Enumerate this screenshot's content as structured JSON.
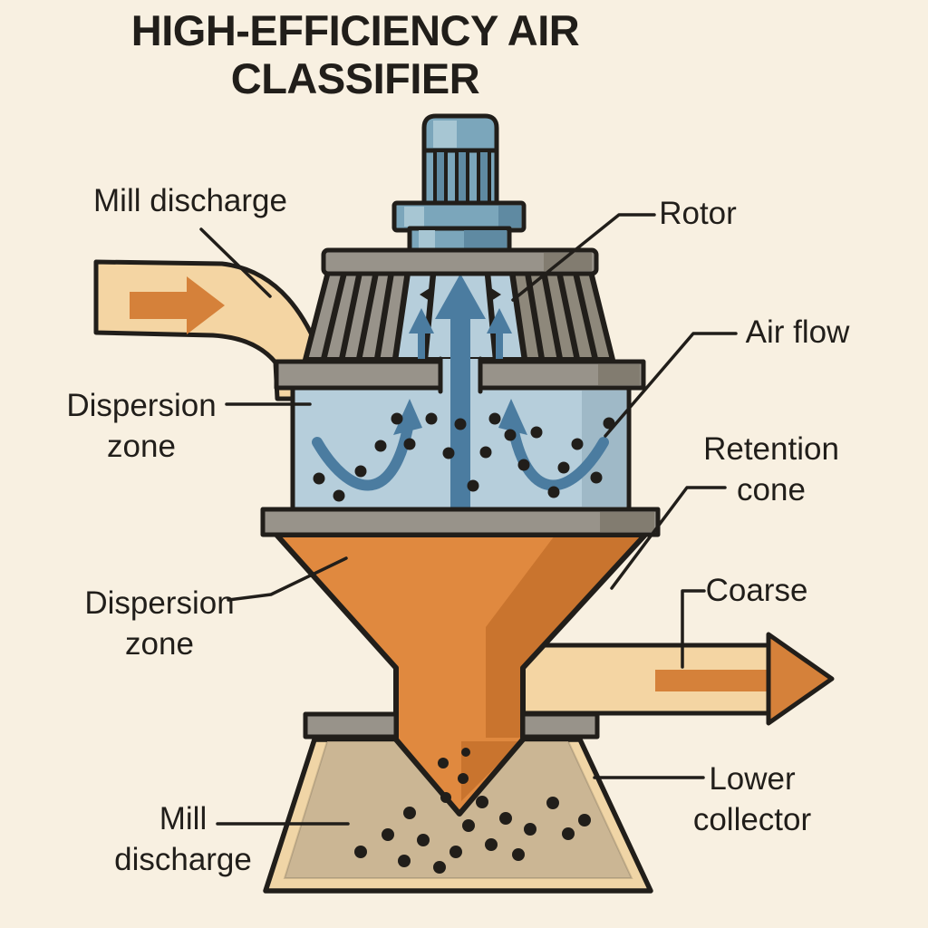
{
  "title": {
    "line1": "HIGH-EFFICIENCY AIR",
    "line2": "CLASSIFIER"
  },
  "labels": {
    "mill_discharge_top": "Mill discharge",
    "rotor": "Rotor",
    "air_flow": "Air flow",
    "dispersion_zone_upper": "Dispersion zone",
    "retention_cone": "Retention cone",
    "dispersion_zone_lower": "Dispersion zone",
    "coarse": "Coarse",
    "lower_collector": "Lower collector",
    "mill_discharge_bottom": "Mill discharge"
  },
  "icons": {
    "inlet_arrow": "right-arrow",
    "coarse_arrow": "right-arrow",
    "air_flow_arrows": "up-arrows"
  },
  "colors": {
    "background": "#f8f0e1",
    "ink": "#211e1a",
    "metal_gray": "#98938a",
    "metal_gray_dark": "#827c70",
    "metal_gray_right": "#8e887b",
    "steel_blue": "#7ba6bb",
    "steel_blue_dark": "#5f8aa2",
    "steel_blue_light": "#a7c6d3",
    "chamber_blue": "#b6cedb",
    "chamber_blue_shade": "#9fb9c7",
    "flow_blue": "#4b7ca0",
    "cone_orange": "#e0893f",
    "cone_orange_dark": "#c9742e",
    "duct_tan": "#f4d5a3",
    "arrow_orange": "#d5813a",
    "collector_band": "#f0d5a6",
    "collector_fill": "#cbb694"
  }
}
